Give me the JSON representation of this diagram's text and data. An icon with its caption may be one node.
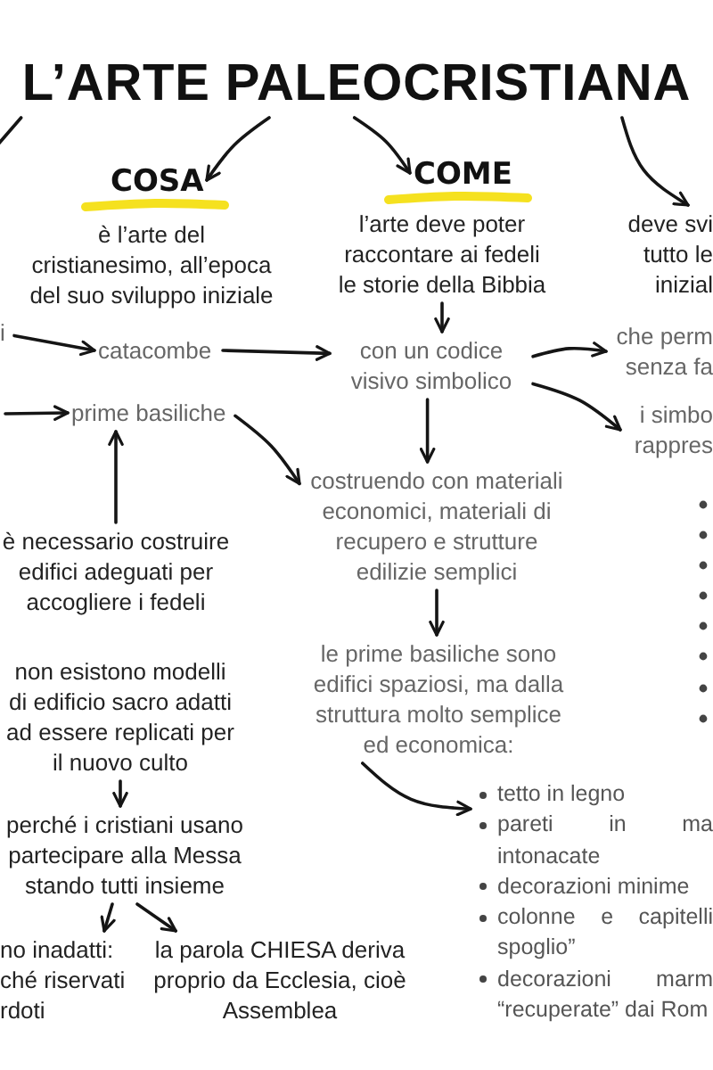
{
  "diagram": {
    "nodes": [
      {
        "text": [
          "L’ARTE PALEOCRISTIANA"
        ]
      },
      {
        "text": [
          "COSA"
        ]
      },
      {
        "text": [
          "COME"
        ]
      },
      {
        "text": [
          "è l’arte del cristianesimo, all’epoca del suo sviluppo iniziale"
        ]
      },
      {
        "text": [
          "l’arte deve poter raccontare ai fedeli le storie della Bibbia"
        ]
      },
      {
        "text": [
          "deve svi tutto le inizial"
        ]
      },
      {
        "text": [
          "i"
        ]
      },
      {
        "text": [
          "catacombe"
        ]
      },
      {
        "text": [
          "prime basiliche"
        ]
      },
      {
        "text": [
          "con un codice visivo simbolico"
        ]
      },
      {
        "text": [
          "che perm senza fa"
        ]
      },
      {
        "text": [
          "i simbo rappres"
        ]
      },
      {
        "text": [
          "costruendo con materiali economici, materiali di recupero e strutture edilizie semplici"
        ]
      },
      {
        "text": [
          "è necessario costruire edifici adeguati per accogliere i fedeli"
        ]
      },
      {
        "text": [
          "non esistono modelli di edificio sacro adatti ad essere replicati per il nuovo culto"
        ]
      },
      {
        "text": [
          "le prime basiliche sono edifici spaziosi, ma dalla struttura molto semplice ed economica:"
        ]
      },
      {
        "text": [
          "tetto in legno",
          "pareti in ma intonacate",
          "decorazioni minime",
          "colonne e capitelli spoglio”",
          "decorazioni marm “recuperate” dai Rom"
        ]
      },
      {
        "text": [
          "perché i cristiani usano partecipare alla Messa stando tutti insieme"
        ]
      },
      {
        "text": [
          "no inadatti: ché riservati rdoti"
        ]
      },
      {
        "text": [
          "la parola CHIESA deriva proprio da Ecclesia, cioè Assemblea"
        ]
      }
    ],
    "edges": [
      {
        "from": 0,
        "to": null,
        "arrow": "none"
      },
      {
        "from": 0,
        "to": 1,
        "arrow": "to"
      },
      {
        "from": 0,
        "to": 2,
        "arrow": "to"
      },
      {
        "from": 0,
        "to": 5,
        "arrow": "to"
      },
      {
        "from": 6,
        "to": 7,
        "arrow": "to"
      },
      {
        "from": null,
        "to": 8,
        "arrow": "to"
      },
      {
        "from": 7,
        "to": 9,
        "arrow": "to"
      },
      {
        "from": 8,
        "to": 12,
        "arrow": "to"
      },
      {
        "from": 13,
        "to": 8,
        "arrow": "to"
      },
      {
        "from": 4,
        "to": 9,
        "arrow": "to"
      },
      {
        "from": 9,
        "to": 10,
        "arrow": "to"
      },
      {
        "from": 9,
        "to": 11,
        "arrow": "to"
      },
      {
        "from": 9,
        "to": 12,
        "arrow": "to"
      },
      {
        "from": 12,
        "to": 15,
        "arrow": "to"
      },
      {
        "from": 14,
        "to": 17,
        "arrow": "to"
      },
      {
        "from": 17,
        "to": 18,
        "arrow": "to"
      },
      {
        "from": 17,
        "to": 19,
        "arrow": "to"
      },
      {
        "from": 15,
        "to": 16,
        "arrow": "to"
      }
    ]
  }
}
